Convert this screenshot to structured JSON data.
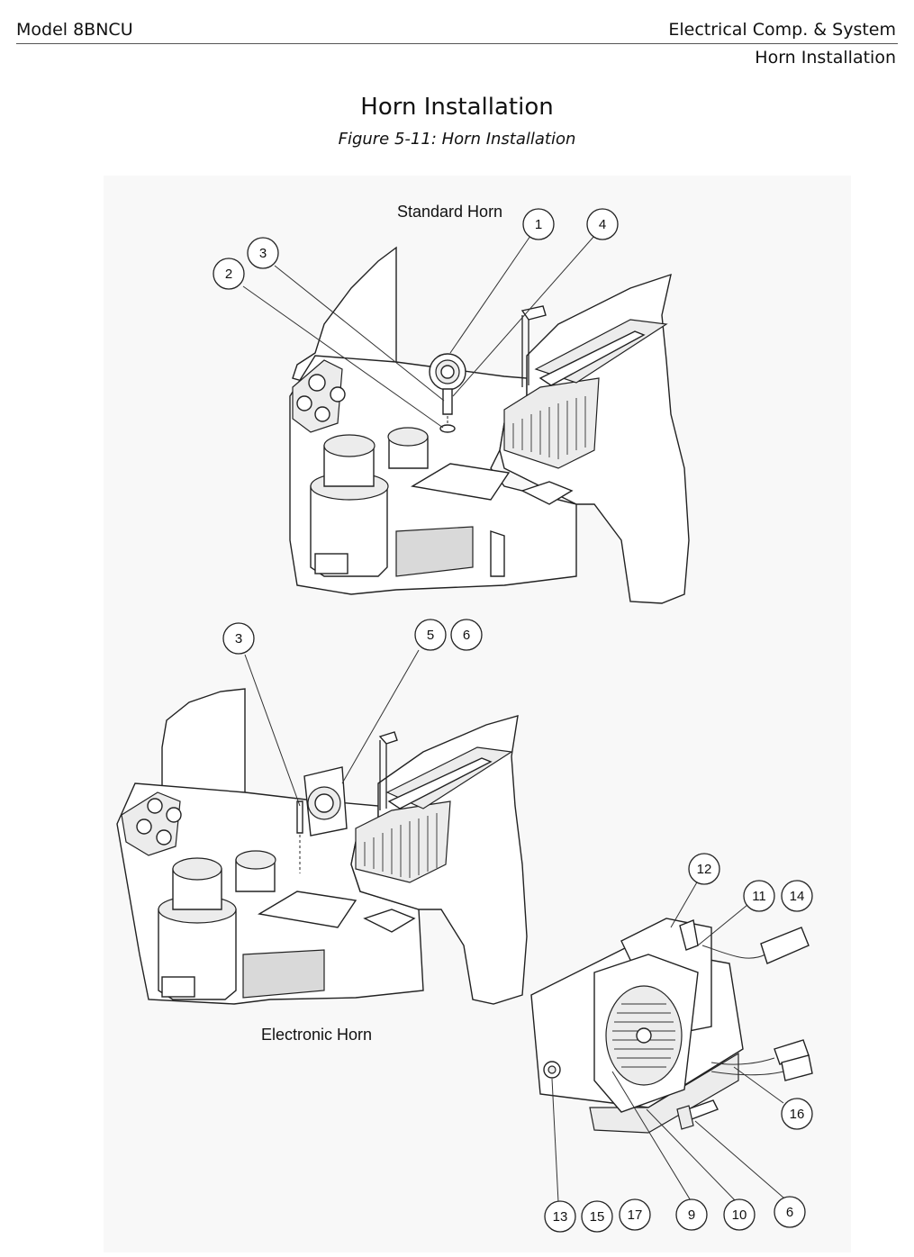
{
  "header": {
    "model": "Model 8BNCU",
    "section": "Electrical Comp. & System",
    "subsection": "Horn Installation"
  },
  "title": "Horn Installation",
  "caption": "Figure 5-11: Horn Installation",
  "views": {
    "standard": {
      "label": "Standard Horn",
      "callouts": [
        "1",
        "4",
        "3",
        "2"
      ]
    },
    "electronic": {
      "label": "Electronic Horn",
      "callouts": [
        "3",
        "5",
        "6"
      ]
    },
    "detail": {
      "callouts": [
        "12",
        "11",
        "14",
        "16",
        "13",
        "15",
        "17",
        "9",
        "10",
        "6"
      ]
    }
  }
}
